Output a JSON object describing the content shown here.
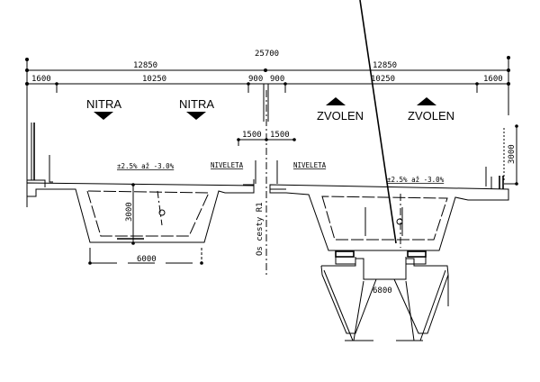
{
  "dimensions": {
    "total_width": "25700",
    "half_left": "12850",
    "half_right": "12850",
    "left_cornice": "1600",
    "left_carriageway": "10250",
    "left_median": "900",
    "right_median": "900",
    "right_carriageway": "10250",
    "right_cornice": "1600",
    "axis_offset_left": "1500",
    "axis_offset_right": "1500",
    "left_box_height": "3000",
    "right_railing_height": "3000",
    "left_box_width": "6000",
    "pier_width": "6800"
  },
  "directions": {
    "left_1": "NITRA",
    "left_2": "NITRA",
    "right_1": "ZVOLEN",
    "right_2": "ZVOLEN"
  },
  "labels": {
    "niveleta_left": "NIVELETA",
    "niveleta_right": "NIVELETA",
    "slope_left": "±2.5% až -3.0%",
    "slope_right": "±2.5% až -3.0%",
    "road_axis": "Os cesty R1"
  }
}
